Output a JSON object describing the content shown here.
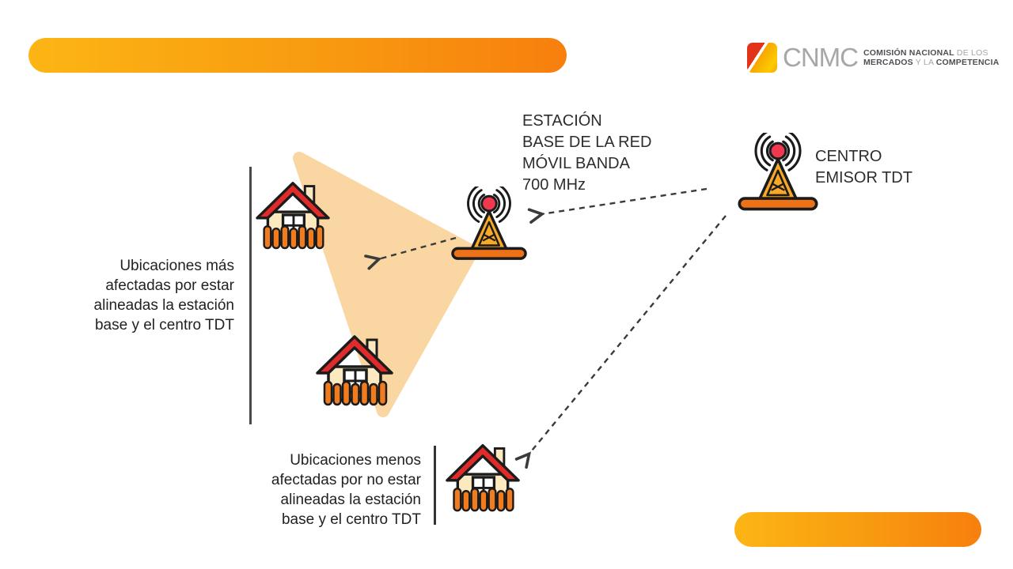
{
  "logo": {
    "brand": "CNMC",
    "l1_bold": "COMISIÓN NACIONAL",
    "l1_light": " DE LOS",
    "l2_bold_a": "MERCADOS",
    "l2_light": " Y LA ",
    "l2_bold_b": "COMPETENCIA"
  },
  "labels": {
    "base_station": "ESTACIÓN\nBASE DE LA RED\nMÓVIL BANDA\n700 MHz",
    "tdt_center": "CENTRO\nEMISOR TDT",
    "aligned_zone": "Ubicaciones más\nafectadas por estar\nalineadas la estación\nbase y el centro TDT",
    "non_aligned_zone": "Ubicaciones menos\nafectadas por no estar\nalineadas la estación\nbase y el centro TDT"
  },
  "diagram": {
    "beam": "interference beam from mobile base station covering aligned houses",
    "arrows": [
      "tdt-center to base-station",
      "base-station to aligned-area",
      "tdt-center to non-aligned-house"
    ],
    "icons": [
      "antenna-icon-base-station",
      "antenna-icon-tdt-center",
      "house-icon-affected-1",
      "house-icon-affected-2",
      "house-icon-less-affected"
    ]
  },
  "colors": {
    "bar_gradient_start": "#FCB514",
    "bar_gradient_end": "#F87F0E",
    "beam_fill": "#F9D6A2",
    "arrow": "#3B3B3B",
    "text": "#2D2D2D",
    "house_roof": "#E02B2B",
    "house_wall": "#FCE9C0",
    "fence_orange": "#F07C1F",
    "tower_yellow": "#F9A928",
    "tower_base_orange": "#ED7117",
    "antenna_ball_red": "#F2384F",
    "logo_red": "#E23318",
    "logo_orange": "#F7A600"
  }
}
